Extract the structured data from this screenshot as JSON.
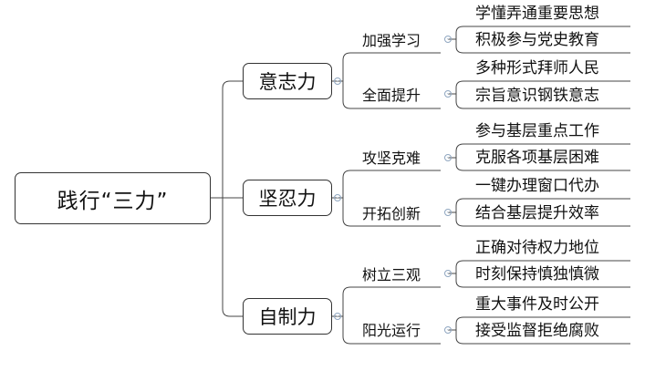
{
  "diagram": {
    "root": {
      "label": "践行“三力”"
    },
    "branches": [
      {
        "label": "意志力",
        "subs": [
          {
            "label": "加强学习",
            "items": [
              "学懂弄通重要思想",
              "积极参与党史教育"
            ]
          },
          {
            "label": "全面提升",
            "items": [
              "多种形式拜师人民",
              "宗旨意识钢铁意志"
            ]
          }
        ]
      },
      {
        "label": "坚忍力",
        "subs": [
          {
            "label": "攻坚克难",
            "items": [
              "参与基层重点工作",
              "克服各项基层困难"
            ]
          },
          {
            "label": "开拓创新",
            "items": [
              "一键办理窗口代办",
              "结合基层提升效率"
            ]
          }
        ]
      },
      {
        "label": "自制力",
        "subs": [
          {
            "label": "树立三观",
            "items": [
              "正确对待权力地位",
              "时刻保持慎独慎微"
            ]
          },
          {
            "label": "阳光运行",
            "items": [
              "重大事件及时公开",
              "接受监督拒绝腐败"
            ]
          }
        ]
      }
    ]
  }
}
